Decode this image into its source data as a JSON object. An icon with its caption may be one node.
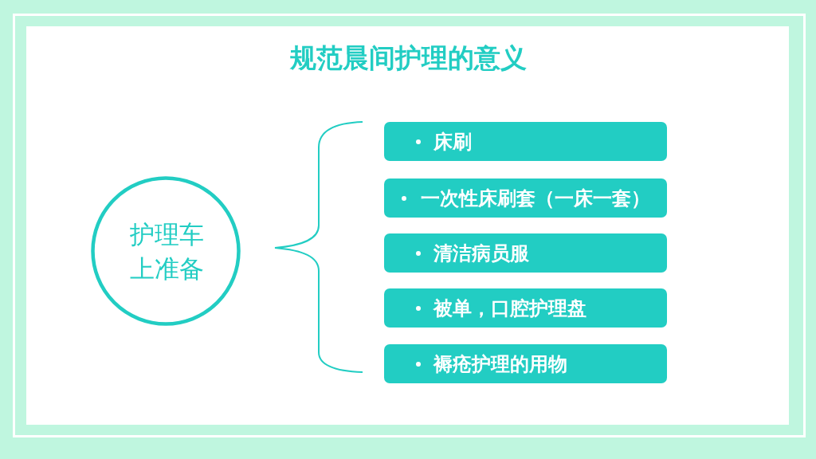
{
  "diagram": {
    "title": "规范晨间护理的意义",
    "nodes": [
      {
        "text": [
          "护理车上准备"
        ]
      },
      {
        "text": [
          "床刷"
        ]
      },
      {
        "text": [
          "一次性床刷套（一床一套）"
        ]
      },
      {
        "text": [
          "清洁病员服"
        ]
      },
      {
        "text": [
          "被单，口腔护理盘"
        ]
      },
      {
        "text": [
          "褥疮护理的用物"
        ]
      }
    ]
  }
}
